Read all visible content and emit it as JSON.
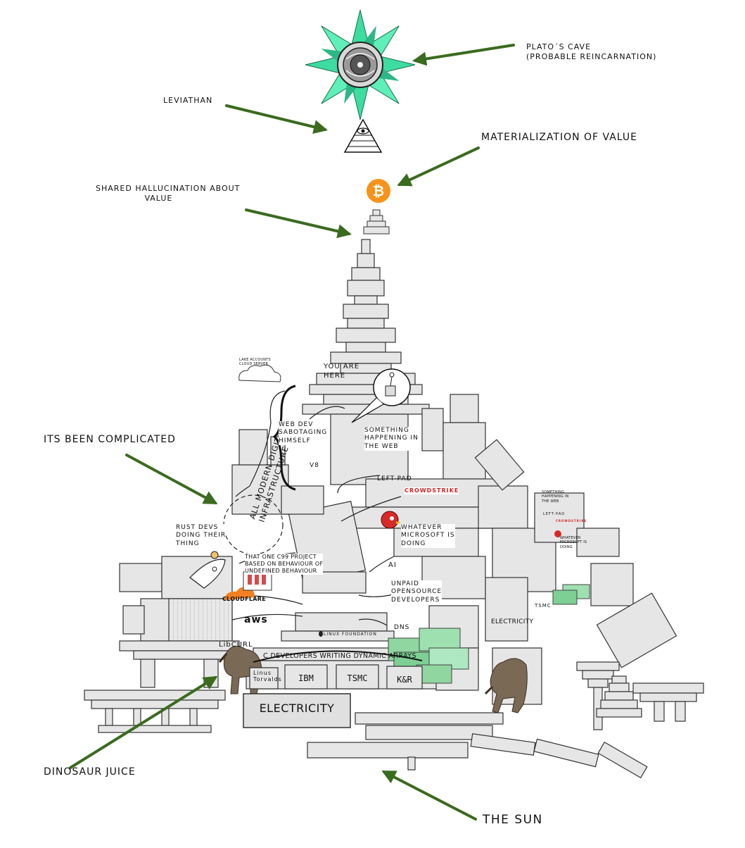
{
  "annotations": {
    "platos_cave": [
      "PLATO´S CAVE",
      "(PROBABLE REINCARNATION)"
    ],
    "leviathan": "LEVIATHAN",
    "materialization": "MATERIALIZATION OF VALUE",
    "shared_hallucination": [
      "SHARED HALLUCINATION ABOUT",
      "VALUE"
    ],
    "its_been_complicated": "ITS BEEN COMPLICATED",
    "dinosaur_juice": "DINOSAUR JUICE",
    "the_sun": "THE SUN"
  },
  "tower_labels": {
    "all_modern": [
      "ALL MODERN DIGITAL",
      "INFRASTRUCTURE"
    ],
    "you_are_here": [
      "YOU ARE",
      "HERE"
    ],
    "web_dev": [
      "WEB DEV",
      "SABOTAGING",
      "HIMSELF"
    ],
    "something_happening": [
      "SOMETHING",
      "HAPPENING IN",
      "THE WEB"
    ],
    "left_pad": "LEFT-PAD",
    "crowdstrike": "CROWDSTRIKE",
    "whatever_microsoft": [
      "WHATEVER",
      "MICROSOFT IS",
      "DOING"
    ],
    "rust_devs": [
      "RUST DEVS",
      "DOING THEIR",
      "THING"
    ],
    "c99": [
      "THAT ONE C99 PROJECT",
      "BASED ON BEHAVIOUR OF",
      "UNDEFINED BEHAVIOUR"
    ],
    "ai": "AI",
    "unpaid": [
      "UNPAID",
      "OPENSOURCE",
      "DEVELOPERS"
    ],
    "cloudflare": "CLOUDFLARE",
    "aws": "aws",
    "libcurl": "LibCURL",
    "dns": "DNS",
    "linux_foundation": "LINUX FOUNDATION",
    "c_developers": "C DEVELOPERS WRITING DYNAMIC ARRAYS",
    "linus": [
      "Linus",
      "Torvalds"
    ],
    "ibm": "IBM",
    "tsmc": "TSMC",
    "kr": "K&R",
    "electricity": "ELECTRICITY",
    "electricity_small": "ELECTRICITY",
    "tsmc_small": "TSMC",
    "v8": "V8",
    "lake_accounts": [
      "LAKE ACCOUNTS",
      "CLOUD SERVER"
    ],
    "right_something": [
      "SOMETHING",
      "HAPPENING IN",
      "THE WEB"
    ],
    "right_left_pad": "LEFT-PAD",
    "right_crowdstrike": "CROWDSTRIKE",
    "right_whatever": [
      "WHATEVER",
      "MICROSOFT IS",
      "DOING"
    ]
  },
  "colors": {
    "arrow": "#3a6b1f",
    "bitcoin": "#f7931a",
    "crowdstrike": "#d32020",
    "mandala": "#3ddca0",
    "block_fill": "#e6e6e6",
    "block_stroke": "#333333"
  }
}
